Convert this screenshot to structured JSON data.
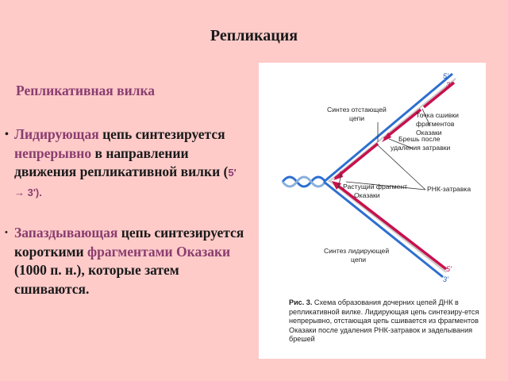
{
  "slide": {
    "title": "Репликация",
    "subtitle": "Репликативная вилка",
    "bullet1": {
      "part1": "Лидирующая",
      "part2": " цепь синтезируется ",
      "part3": "непрерывно",
      "part4": " в направлении движения репликативной вилки (",
      "part5": "5' → 3').",
      "part6": ""
    },
    "bullet2": {
      "part1": "Запаздывающая",
      "part2": " цепь синтезируется короткими ",
      "part3": "фрагментами Оказаки",
      "part4": " (1000 п. н.), которые затем сшиваются."
    }
  },
  "figure": {
    "labels": {
      "lagging_line1": "Синтез отстающей",
      "lagging_line2": "цепи",
      "joint_line1": "Точка сшивки",
      "joint_line2": "фрагментов",
      "joint_line3": "Оказаки",
      "gap_line1": "Брешь после",
      "gap_line2": "удаления затравки",
      "growing_line1": "Растущий фрагмент",
      "growing_line2": "Оказаки",
      "primer": "РНК-затравка",
      "leading_line1": "Синтез лидирующей",
      "leading_line2": "цепи",
      "top_5": "5'",
      "top_3": "3'",
      "bottom_5": "5'",
      "bottom_3": "3'"
    },
    "caption": {
      "prefix": "Рис. 3.",
      "text": " Схема образования дочерних цепей ДНК в репликативной вилке. Лидирующая цепь синтезиру-ется непрерывно, отстающая цепь сшивается из фрагментов Оказаки после удаления РНК-затравок и заделывания брешей"
    }
  },
  "colors": {
    "background": "#fecbc9",
    "accent": "#8a3d6f",
    "new_strand": "#c8104c",
    "parent_strand": "#2d6fd0"
  }
}
